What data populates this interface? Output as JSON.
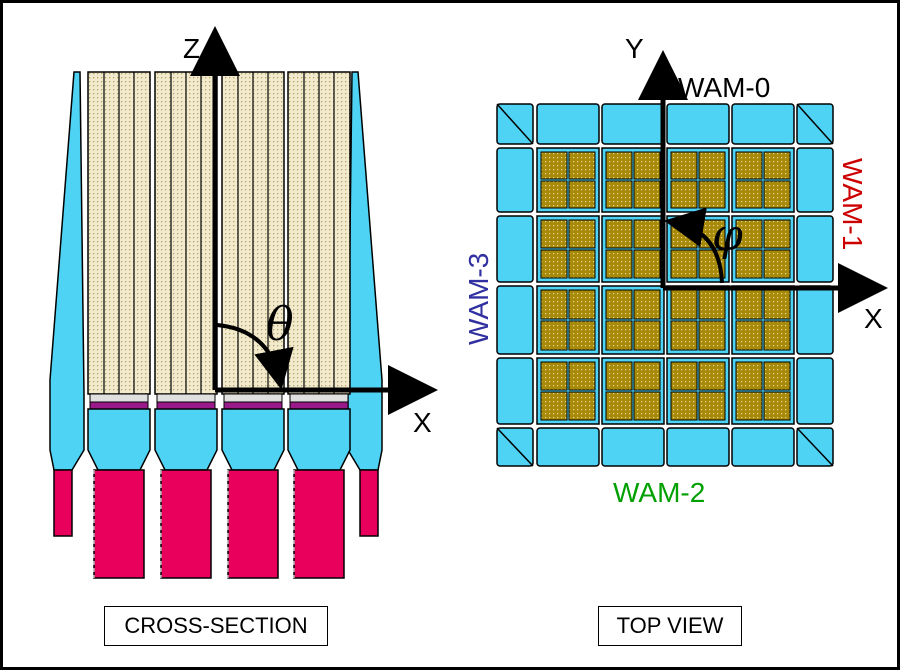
{
  "cross_section": {
    "caption": "CROSS-SECTION",
    "axis_z": "Z",
    "axis_x": "X",
    "angle": "θ"
  },
  "top_view": {
    "caption": "TOP VIEW",
    "axis_y": "Y",
    "axis_x": "X",
    "angle": "φ",
    "wam0": "WAM-0",
    "wam1": "WAM-1",
    "wam2": "WAM-2",
    "wam3": "WAM-3"
  },
  "colors": {
    "shield": "#4fd3f5",
    "pmt": "#e8005c",
    "crystal": "#eadfb8",
    "gso": "#b09008",
    "frame": "#000000",
    "wam0": "#000000",
    "wam1": "#cc0000",
    "wam2": "#00a000",
    "wam3": "#3030a0"
  }
}
